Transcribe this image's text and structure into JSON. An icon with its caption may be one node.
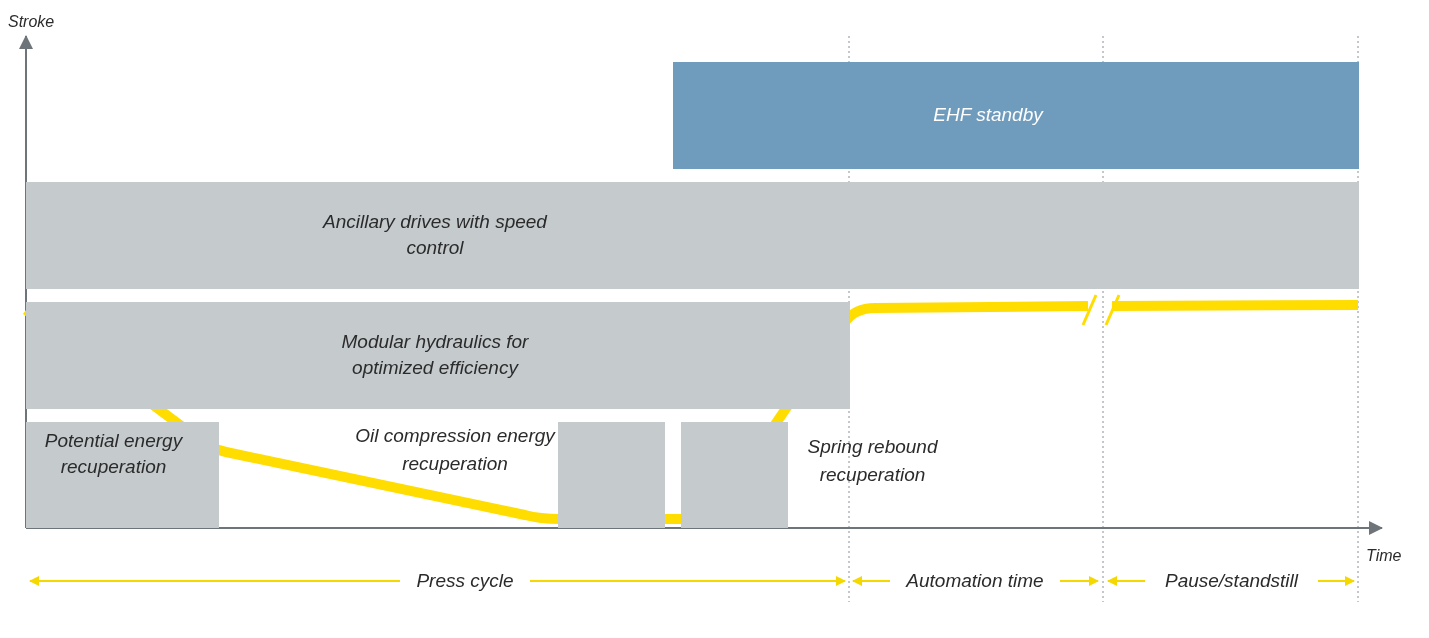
{
  "diagram": {
    "nodes": [
      {
        "text": [
          "EHF standby"
        ]
      },
      {
        "text": [
          "Ancillary drives with speed control"
        ]
      },
      {
        "text": [
          "Modular hydraulics for optimized efficiency"
        ]
      },
      {
        "text": [
          "Potential energy recuperation"
        ]
      },
      {
        "text": [],
        "shape": "box"
      },
      {
        "text": [],
        "shape": "box"
      }
    ],
    "labels": [
      "Stroke",
      "Oil compression energy recuperation",
      "Spring rebound recuperation",
      "Time",
      "Press cycle",
      "Automation time",
      "Pause/standstill"
    ]
  }
}
